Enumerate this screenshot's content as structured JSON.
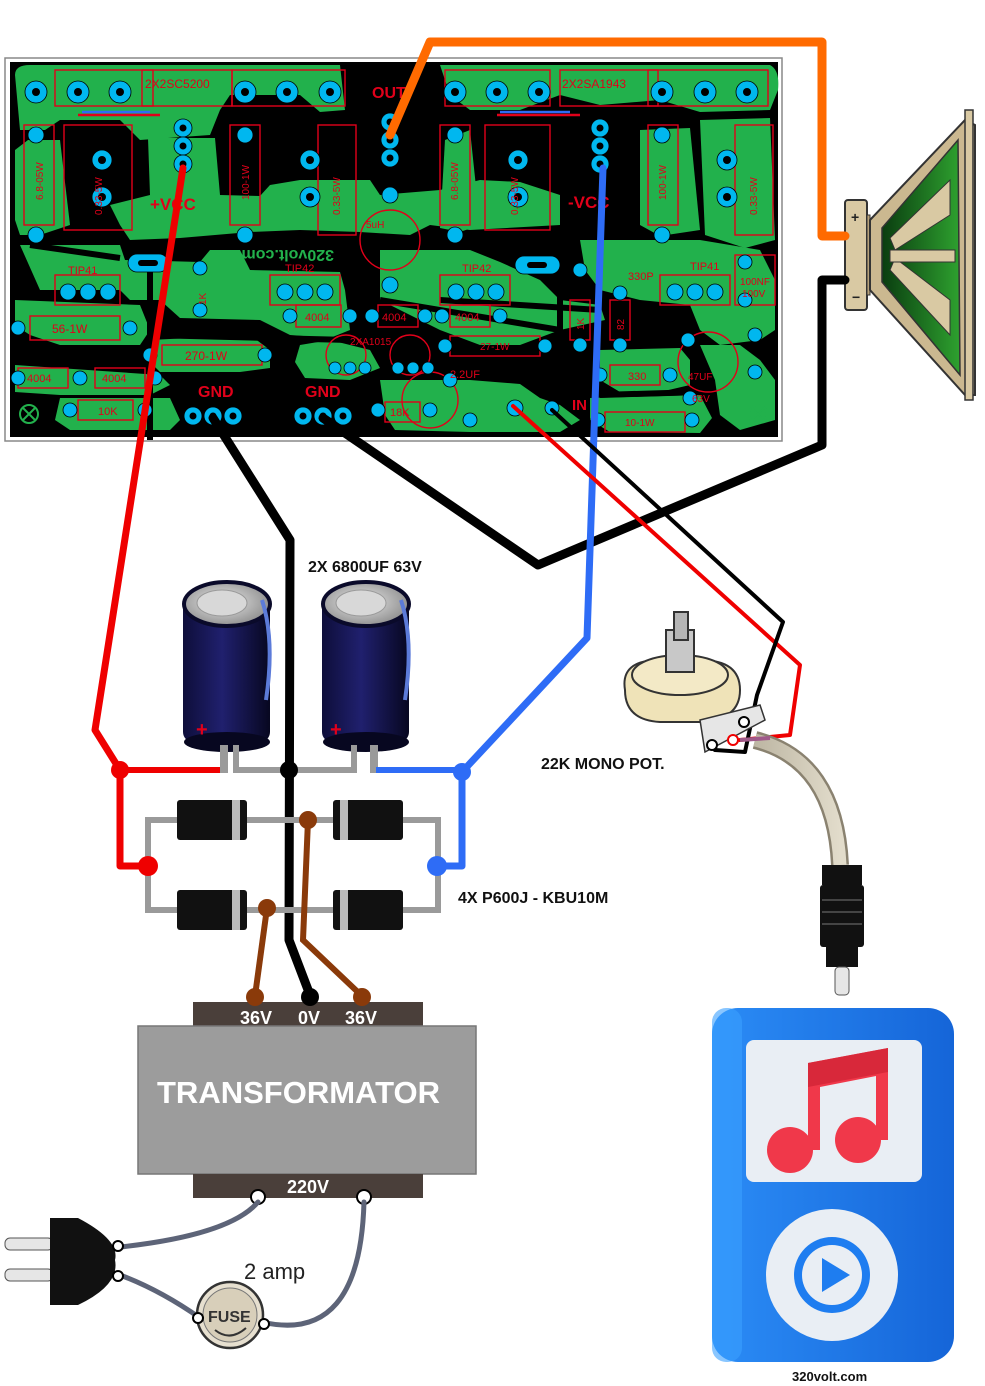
{
  "pcb": {
    "q_npn": "2X2SC5200",
    "q_pnp": "2X2SA1943",
    "out": "OUT",
    "vcc_pos": "+VCC",
    "vcc_neg": "-VCC",
    "site": "320volt.com",
    "tip41_a": "TIP41",
    "tip42_a": "TIP42",
    "tip42_b": "TIP42",
    "tip41_b": "TIP41",
    "r_068_a": "0.33-5W",
    "r_068_b": "0.33-5W",
    "r_068_c": "0.33-5W",
    "r_068_d": "0.33-5W",
    "r_605_a": "6.8-05W",
    "r_605_b": "6.8-05W",
    "r_1k1w_a": "100-1W",
    "r_1k1w_b": "100-1W",
    "ind": "5uH",
    "r_56": "56-1W",
    "r_270": "270-1W",
    "r_1k": "1K",
    "d_a": "4004",
    "d_b": "4004",
    "d_c": "4004",
    "d_d": "4004",
    "d_e": "4004",
    "q_small": "2XA1015",
    "r_27": "27-1W",
    "c_22": "2.2UF",
    "r_10k": "10K",
    "r_18k": "18K",
    "gnd_a": "GND",
    "gnd_b": "GND",
    "in": "IN",
    "c_330p": "330P",
    "c_100nf": "100NF",
    "c_100v": "100V",
    "r_330": "330",
    "c_47": "47UF",
    "c_63v": "63V",
    "r_10_1w": "10-1W",
    "r_82": "82",
    "r_1k2": "1K"
  },
  "labels": {
    "caps": "2X 6800UF 63V",
    "pot": "22K MONO POT.",
    "bridge": "4X P600J - KBU10M",
    "fuse_rating": "2 amp",
    "fuse": "FUSE",
    "footer": "320volt.com"
  },
  "transformer": {
    "title": "TRANSFORMATOR",
    "sec_left": "36V",
    "sec_mid": "0V",
    "sec_right": "36V",
    "primary": "220V"
  },
  "speaker": {
    "plus": "+",
    "minus": "−"
  },
  "colors": {
    "pcb_bg": "#000000",
    "trace": "#22b14c",
    "pad": "#00b7ef",
    "silk": "#e1001a",
    "wire_pos": "#ef0000",
    "wire_neg": "#2e6cf6",
    "wire_gnd": "#000000",
    "wire_out": "#ff6a00",
    "wire_ac": "#8a3a0a",
    "mains_cable": "#5d6478",
    "transformer": "#9c9c9c",
    "player": "#1e7df0"
  },
  "icons": {
    "player": "music-note-icon",
    "play": "play-icon",
    "speaker": "speaker-icon"
  }
}
